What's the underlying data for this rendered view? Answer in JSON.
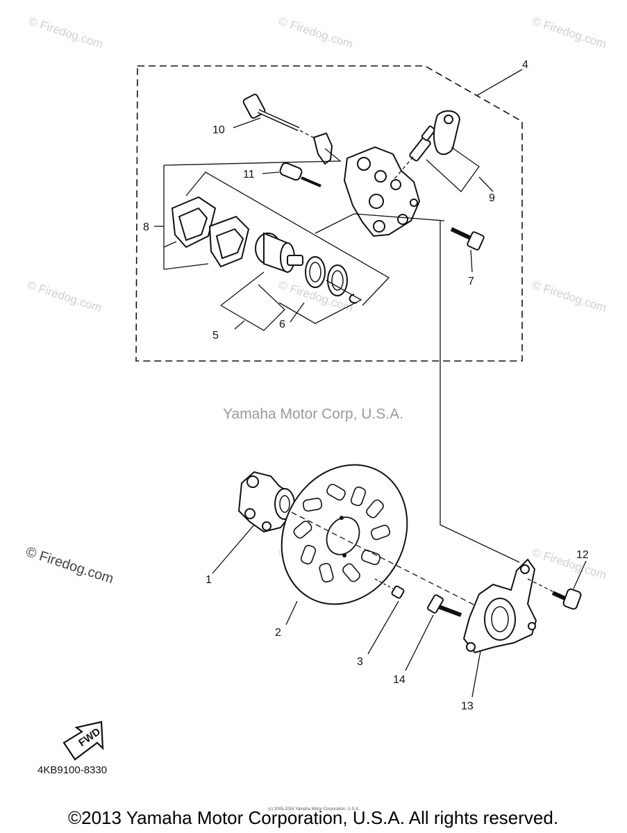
{
  "watermarks": {
    "firedog": "© Firedog.com",
    "center": "Yamaha Motor Corp, U.S.A."
  },
  "part_numbers": [
    "1",
    "2",
    "3",
    "4",
    "5",
    "6",
    "7",
    "8",
    "9",
    "10",
    "11",
    "12",
    "13",
    "14"
  ],
  "diagram_code": "4KB9100-8330",
  "fwd_label": "FWD",
  "copyright": "©2013 Yamaha Motor Corporation, U.S.A. All rights reserved.",
  "fine_print": "(c) 2005-2016 Yamaha Motor Corporation, U.S.A."
}
